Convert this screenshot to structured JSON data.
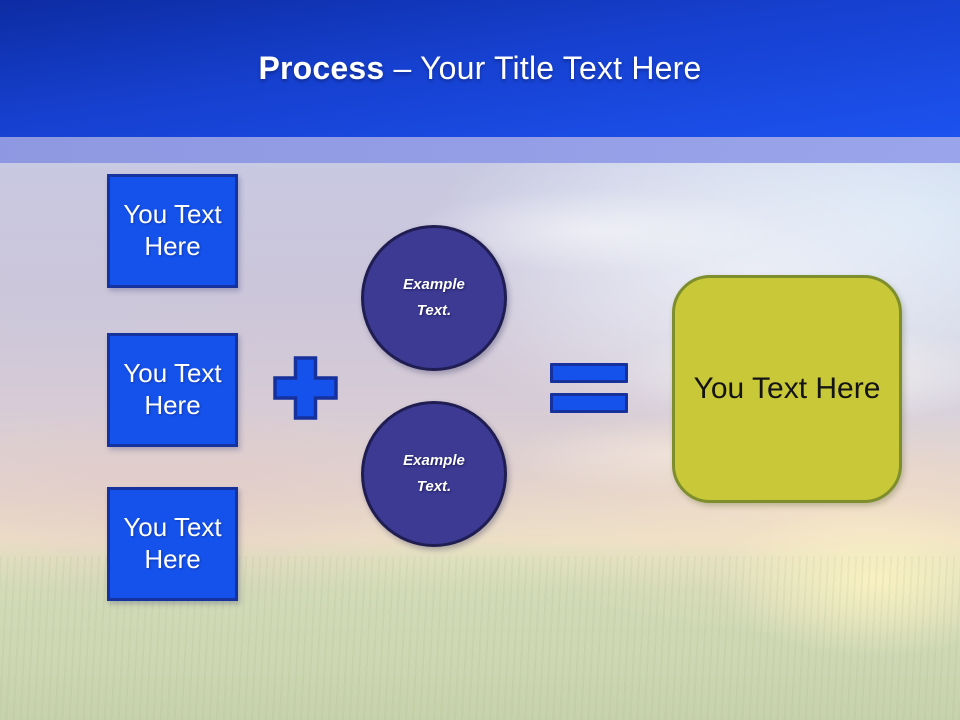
{
  "title": {
    "bold": "Process ",
    "rest": "– Your Title Text Here"
  },
  "inputs": [
    {
      "label": "You Text Here"
    },
    {
      "label": "You Text Here"
    },
    {
      "label": "You Text Here"
    }
  ],
  "operators": [
    {
      "name": "plus-shape"
    },
    {
      "name": "equals-shape"
    }
  ],
  "examples": [
    {
      "label": "Example Text."
    },
    {
      "label": "Example Text."
    }
  ],
  "result": {
    "label": "You Text Here"
  },
  "colors": {
    "header_gradient_top": "#0d2ca3",
    "header_gradient_bottom": "#1d52ef",
    "accent_band": "#8f9ce6",
    "shape_blue_fill": "#1552ec",
    "shape_blue_border": "#16329e",
    "circle_fill": "#3c3a93",
    "circle_border": "#201d52",
    "result_fill": "#c9c838",
    "result_border": "#7f8e2c",
    "title_text": "#ffffff",
    "result_text": "#141414"
  }
}
